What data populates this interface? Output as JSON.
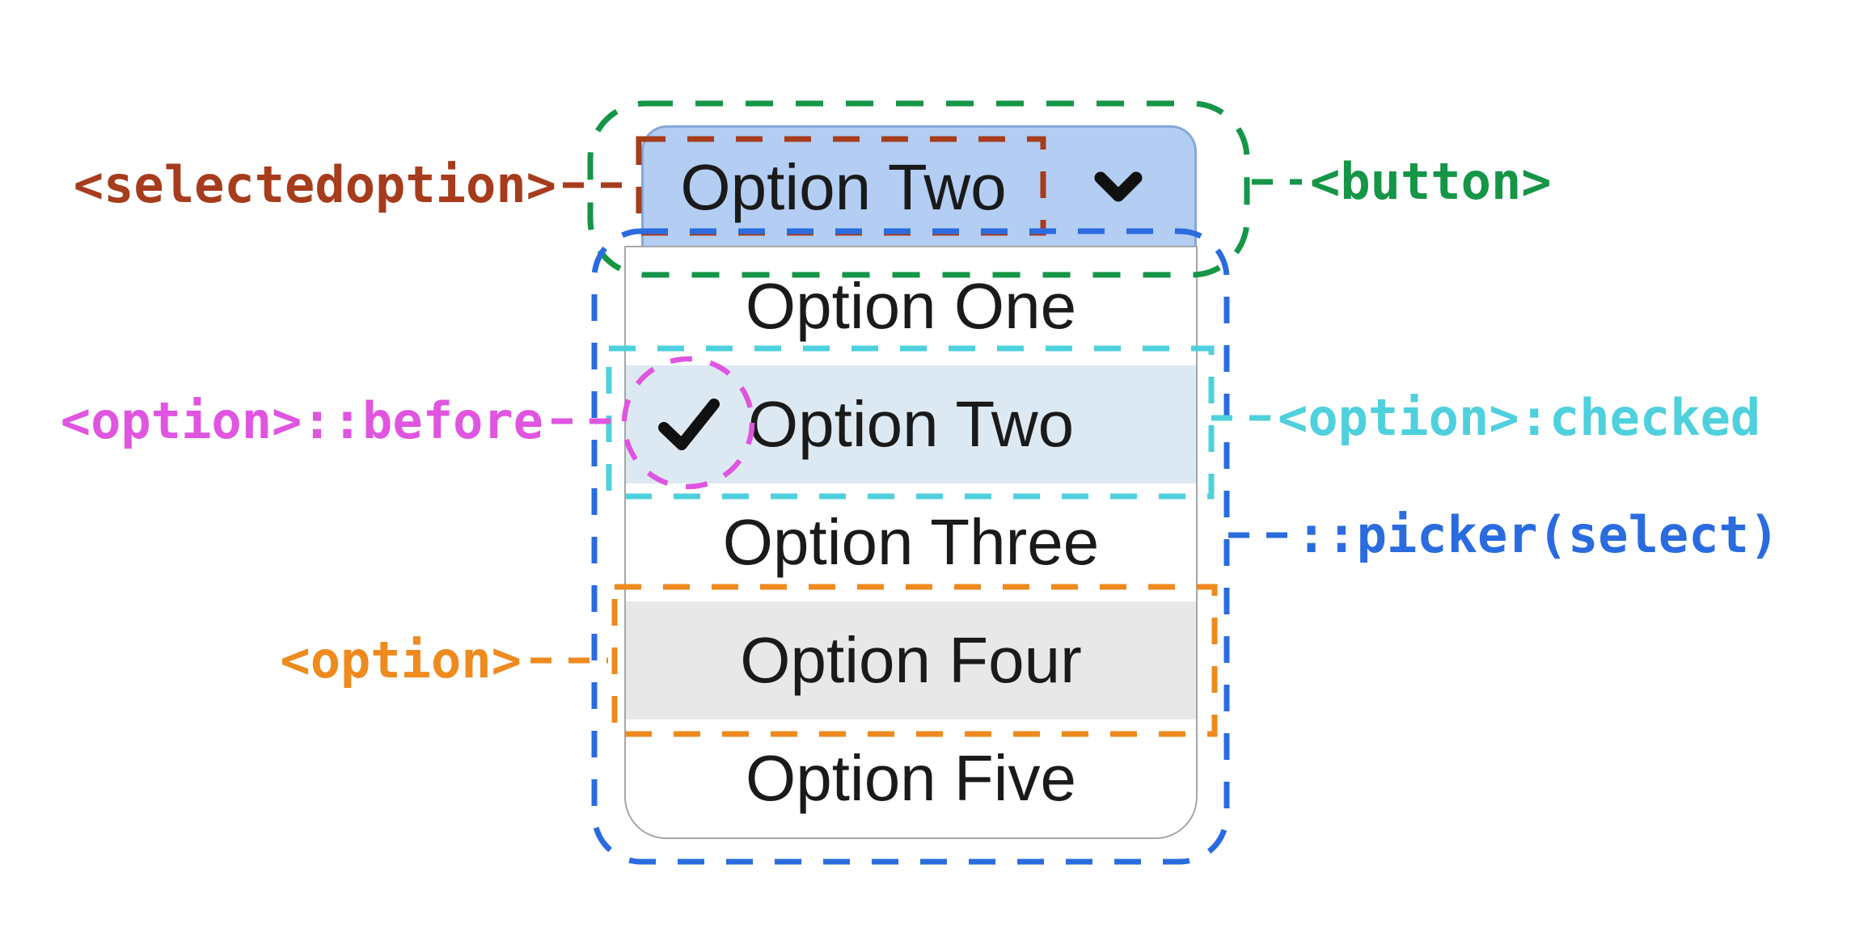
{
  "select": {
    "button": {
      "selected_label": "Option Two"
    },
    "options": [
      {
        "label": "Option One",
        "state": "normal"
      },
      {
        "label": "Option Two",
        "state": "checked"
      },
      {
        "label": "Option Three",
        "state": "normal"
      },
      {
        "label": "Option Four",
        "state": "hover"
      },
      {
        "label": "Option Five",
        "state": "normal"
      }
    ]
  },
  "annotations": {
    "selectedoption": {
      "label": "<selectedoption>",
      "color": "#A63C1C"
    },
    "button": {
      "label": "<button>",
      "color": "#149646"
    },
    "option_before": {
      "label": "<option>::before",
      "color": "#E055E0"
    },
    "option_checked": {
      "label": "<option>:checked",
      "color": "#4FD0DD"
    },
    "picker": {
      "label": "::picker(select)",
      "color": "#2A6CDF"
    },
    "option": {
      "label": "<option>",
      "color": "#EE8A1E"
    }
  },
  "icons": {
    "chevron": "chevron-down",
    "checkmark": "checkmark"
  },
  "colors": {
    "canvas_bg": "#FFFFFF",
    "button_bg": "#B3CDF3",
    "button_border": "#85A9DA",
    "checked_row_bg": "#DDE9F2",
    "hover_row_bg": "#E8E8E8",
    "picker_border": "#A6A6A6",
    "text": "#1A1A1A"
  }
}
